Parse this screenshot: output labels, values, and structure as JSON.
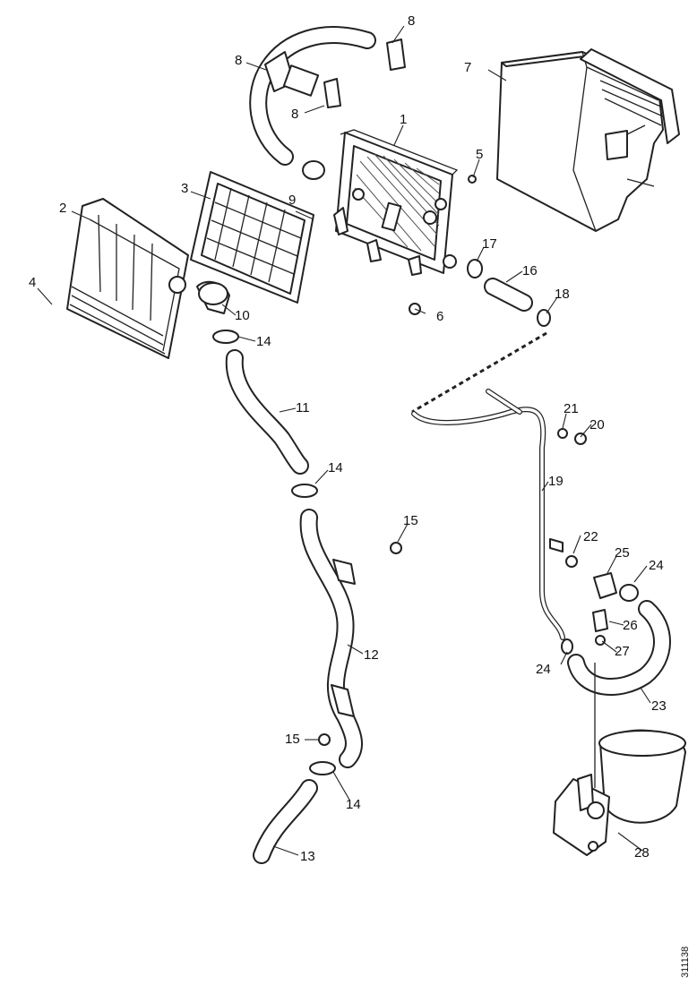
{
  "callouts": {
    "c1": "1",
    "c2": "2",
    "c3": "3",
    "c4": "4",
    "c5": "5",
    "c6": "6",
    "c7": "7",
    "c8a": "8",
    "c8b": "8",
    "c8c": "8",
    "c9": "9",
    "c10": "10",
    "c11": "11",
    "c12": "12",
    "c13": "13",
    "c14a": "14",
    "c14b": "14",
    "c14c": "14",
    "c15a": "15",
    "c15b": "15",
    "c16": "16",
    "c17": "17",
    "c18": "18",
    "c19": "19",
    "c20": "20",
    "c21": "21",
    "c22": "22",
    "c23": "23",
    "c24a": "24",
    "c24b": "24",
    "c25": "25",
    "c26": "26",
    "c27": "27",
    "c28": "28"
  },
  "document_number": "311138"
}
